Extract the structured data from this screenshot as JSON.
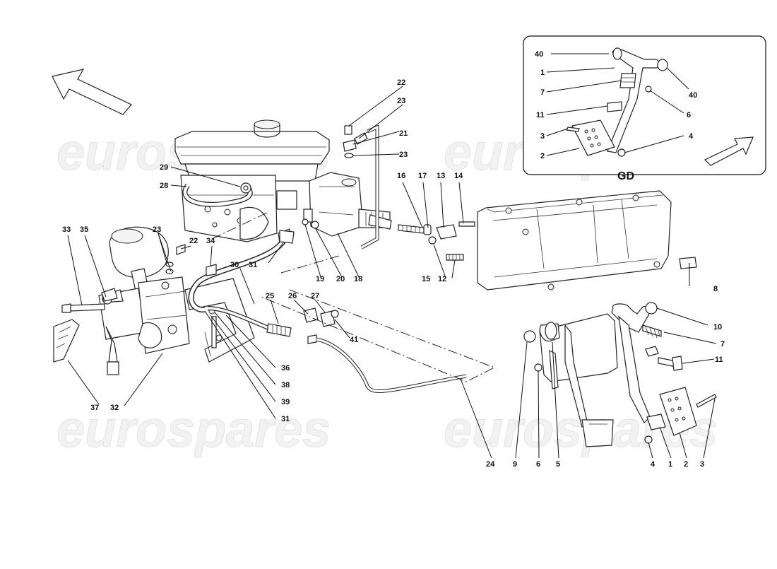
{
  "watermark": "eurospares",
  "inset": {
    "title": "GD"
  },
  "callouts": {
    "main_top": [
      "22",
      "23",
      "21",
      "23",
      "16",
      "17",
      "13",
      "14",
      "29",
      "28"
    ],
    "main_mid": [
      "33",
      "35",
      "23",
      "22",
      "34",
      "30",
      "31",
      "19",
      "20",
      "18",
      "15",
      "12",
      "8"
    ],
    "main_lower": [
      "25",
      "26",
      "27",
      "41",
      "36",
      "38",
      "39",
      "31",
      "37",
      "32",
      "24"
    ],
    "pedals": [
      "10",
      "7",
      "11",
      "9",
      "6",
      "5",
      "4",
      "1",
      "2",
      "3"
    ],
    "inset": [
      "40",
      "1",
      "7",
      "11",
      "3",
      "2",
      "40",
      "6",
      "4"
    ]
  },
  "icons": {
    "arrow_main": "direction-arrow-icon",
    "arrow_inset": "direction-arrow-icon"
  }
}
